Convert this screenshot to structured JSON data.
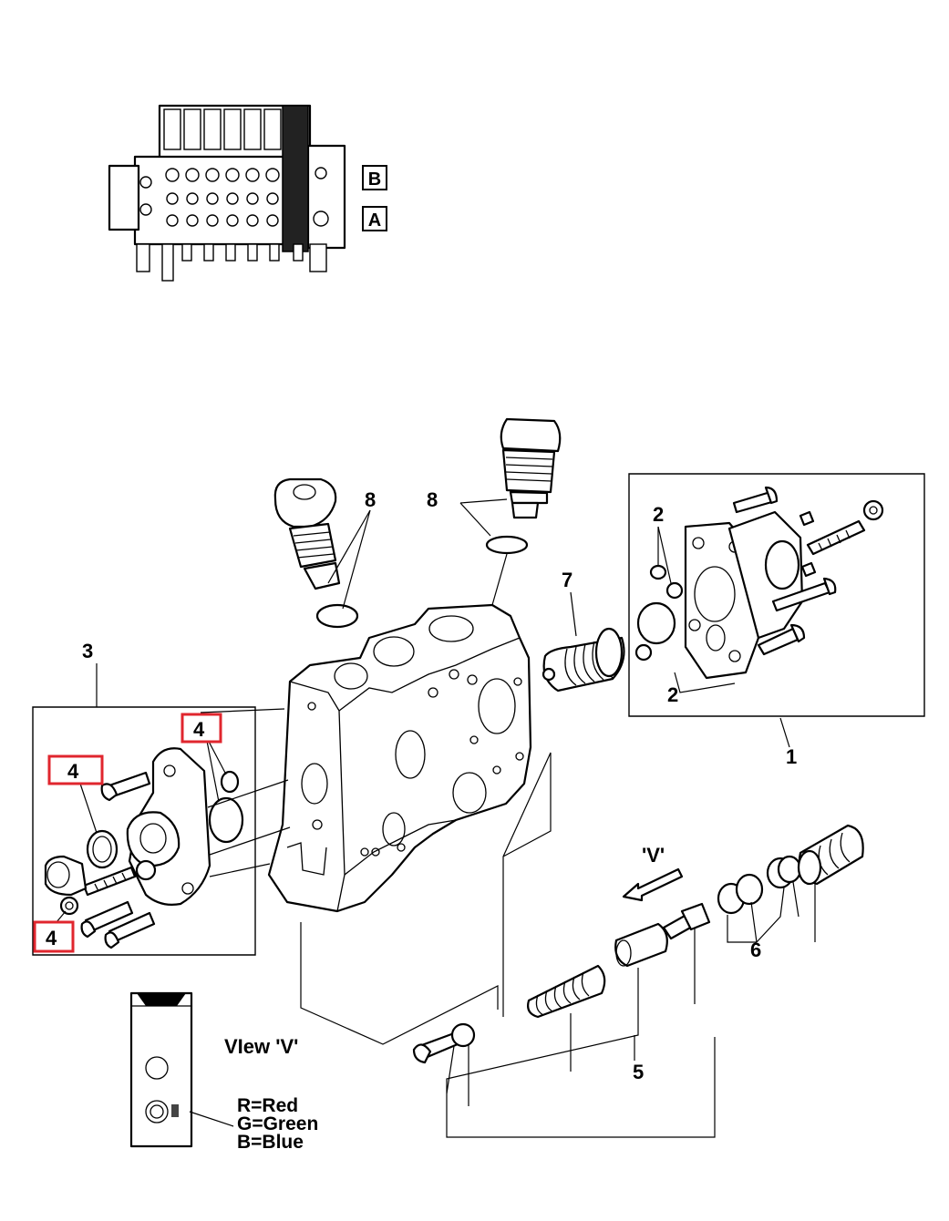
{
  "callouts": {
    "c1": "1",
    "c2a": "2",
    "c2b": "2",
    "c3": "3",
    "c4a": "4",
    "c4b": "4",
    "c4c": "4",
    "c5": "5",
    "c6": "6",
    "c7": "7",
    "c8a": "8",
    "c8b": "8"
  },
  "overview": {
    "label_b": "B",
    "label_a": "A"
  },
  "view_marker": "'V'",
  "view_title": "VIew 'V'",
  "legend": [
    "R=Red",
    "G=Green",
    "B=Blue"
  ],
  "colors": {
    "highlight": "#e0262e",
    "ink": "#000000",
    "background": "#ffffff"
  }
}
